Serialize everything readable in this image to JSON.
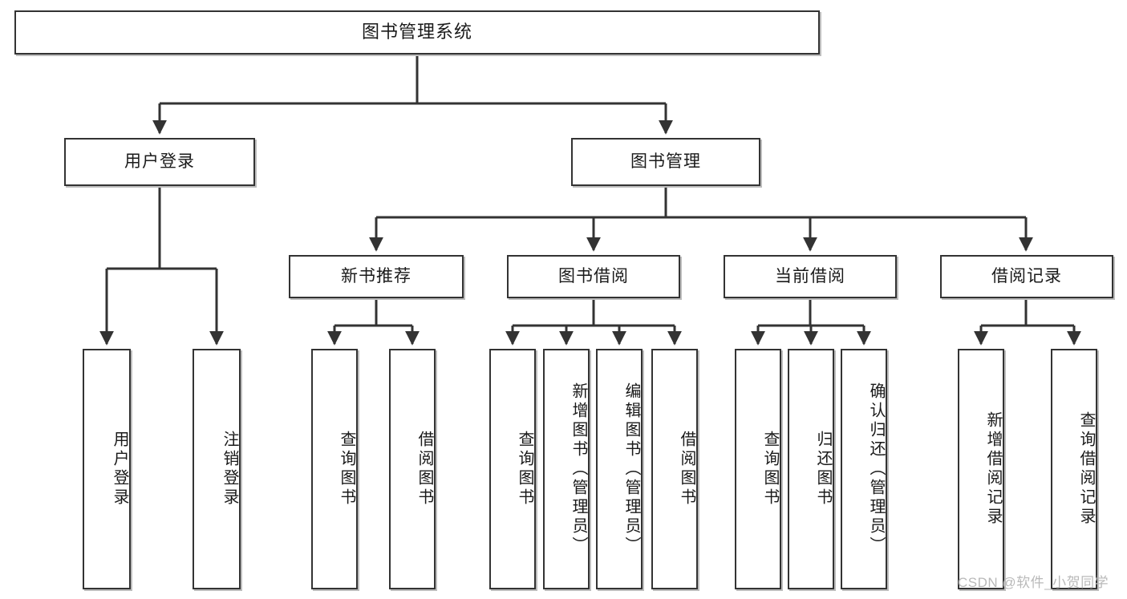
{
  "diagram": {
    "title": "图书管理系统",
    "watermark": "CSDN @软件_小贺同学",
    "colors": {
      "background": "#ffffff",
      "box_border": "#333333",
      "box_shadow": "#bdbdbd",
      "edge": "#333333",
      "text": "#1a1a1a",
      "watermark": "#b9b9b9"
    },
    "root": {
      "label": "图书管理系统"
    },
    "level2": [
      {
        "id": "user-login",
        "label": "用户登录"
      },
      {
        "id": "book-management",
        "label": "图书管理"
      }
    ],
    "level3": [
      {
        "id": "new-book-recommend",
        "label": "新书推荐"
      },
      {
        "id": "book-borrow",
        "label": "图书借阅"
      },
      {
        "id": "current-borrow",
        "label": "当前借阅"
      },
      {
        "id": "borrow-record",
        "label": "借阅记录"
      }
    ],
    "leaves": {
      "user_login": [
        {
          "id": "leaf-user-login",
          "label": "用户登录"
        },
        {
          "id": "leaf-logout",
          "label": "注销登录"
        }
      ],
      "new_book_recommend": [
        {
          "id": "leaf-query-book-1",
          "label": "查询图书"
        },
        {
          "id": "leaf-borrow-book-1",
          "label": "借阅图书"
        }
      ],
      "book_borrow": [
        {
          "id": "leaf-query-book-2",
          "label": "查询图书"
        },
        {
          "id": "leaf-add-book",
          "label": "新增图书（管理员）"
        },
        {
          "id": "leaf-edit-book",
          "label": "编辑图书（管理员）"
        },
        {
          "id": "leaf-borrow-book-2",
          "label": "借阅图书"
        }
      ],
      "current_borrow": [
        {
          "id": "leaf-query-book-3",
          "label": "查询图书"
        },
        {
          "id": "leaf-return-book",
          "label": "归还图书"
        },
        {
          "id": "leaf-confirm-return",
          "label": "确认归还（管理员）"
        }
      ],
      "borrow_record": [
        {
          "id": "leaf-add-record",
          "label": "新增借阅记录"
        },
        {
          "id": "leaf-query-record",
          "label": "查询借阅记录"
        }
      ]
    }
  }
}
